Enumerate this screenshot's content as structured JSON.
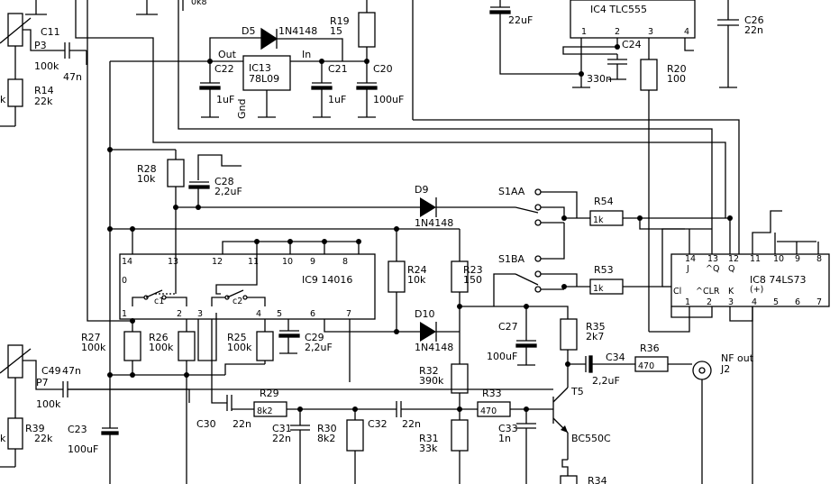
{
  "components": {
    "c11": "C11",
    "p3": "P3",
    "p3_val": "100k",
    "c11_val": "47n",
    "r14": "R14",
    "r14_val": "22k",
    "k_left_top": "k",
    "d5": "D5",
    "d5_val": "1N4148",
    "r19": "R19",
    "r19_val": "15",
    "ic13": "IC13",
    "ic13_val": "78L09",
    "ic13_out": "Out",
    "ic13_in": "In",
    "ic13_gnd": "Gnd",
    "c22": "C22",
    "c22_val": "1uF",
    "c21": "C21",
    "c21_val": "1uF",
    "c20": "C20",
    "c20_val": "100uF",
    "c_top_val": "22uF",
    "ic4": "IC4 TLC555",
    "c24": "C24",
    "c24_val": "330n",
    "r20": "R20",
    "r20_val": "100",
    "c26": "C26",
    "c26_val": "22n",
    "r28": "R28",
    "r28_val": "10k",
    "c28": "C28",
    "c28_val": "2,2uF",
    "d9": "D9",
    "d9_val": "1N4148",
    "d10": "D10",
    "d10_val": "1N4148",
    "s1aa": "S1AA",
    "s1ba": "S1BA",
    "r54": "R54",
    "r54_val": "1k",
    "r53": "R53",
    "r53_val": "1k",
    "ic9": "IC9 14016",
    "c1": "c1",
    "c2": "c2",
    "r24": "R24",
    "r24_val": "10k",
    "r23": "R23",
    "r23_val": "150",
    "ic8": "IC8 74LS73",
    "r27": "R27",
    "r27_val": "100k",
    "r26": "R26",
    "r26_val": "100k",
    "r25": "R25",
    "r25_val": "100k",
    "c29": "C29",
    "c29_val": "2,2uF",
    "c27": "C27",
    "c27_val": "100uF",
    "r35": "R35",
    "r35_val": "2k7",
    "c34": "C34",
    "c34_val": "2,2uF",
    "r36": "R36",
    "r36_val": "470",
    "nf_out": "NF out",
    "j2": "J2",
    "c49": "C49",
    "c49_val": "47n",
    "p7": "P7",
    "p7_val": "100k",
    "r39": "R39",
    "r39_val": "22k",
    "k_left_bottom": "k",
    "r32": "R32",
    "r32_val": "390k",
    "r33": "R33",
    "r33_val": "470",
    "t5": "T5",
    "t5_val": "BC550C",
    "c23": "C23",
    "c23_val": "100uF",
    "c30": "C30",
    "c30_val": "22n",
    "r29": "R29",
    "r29_val": "8k2",
    "c31": "C31",
    "c31_val": "22n",
    "r30": "R30",
    "r30_val": "8k2",
    "c32": "C32",
    "c32_val": "22n",
    "r31": "R31",
    "r31_val": "33k",
    "c33": "C33",
    "c33_val": "1n",
    "r34": "R34",
    "top_left_val": "0k8"
  },
  "pins": {
    "ic4": [
      "1",
      "2",
      "3",
      "4"
    ],
    "ic9_top": [
      "14",
      "13",
      "12",
      "11",
      "10",
      "9",
      "8"
    ],
    "ic9_bottom": [
      "1",
      "2",
      "3",
      "4",
      "5",
      "6",
      "7"
    ],
    "ic9_left": "0",
    "ic8_top": [
      "14",
      "13",
      "12",
      "11",
      "10",
      "9",
      "8"
    ],
    "ic8_bottom": [
      "1",
      "2",
      "3",
      "4",
      "5",
      "6",
      "7"
    ],
    "ic8_sig_top": [
      "J",
      "^Q",
      "Q",
      "(+)"
    ],
    "ic8_sig_bottom": [
      "Cl",
      "^CLR",
      "K"
    ]
  }
}
